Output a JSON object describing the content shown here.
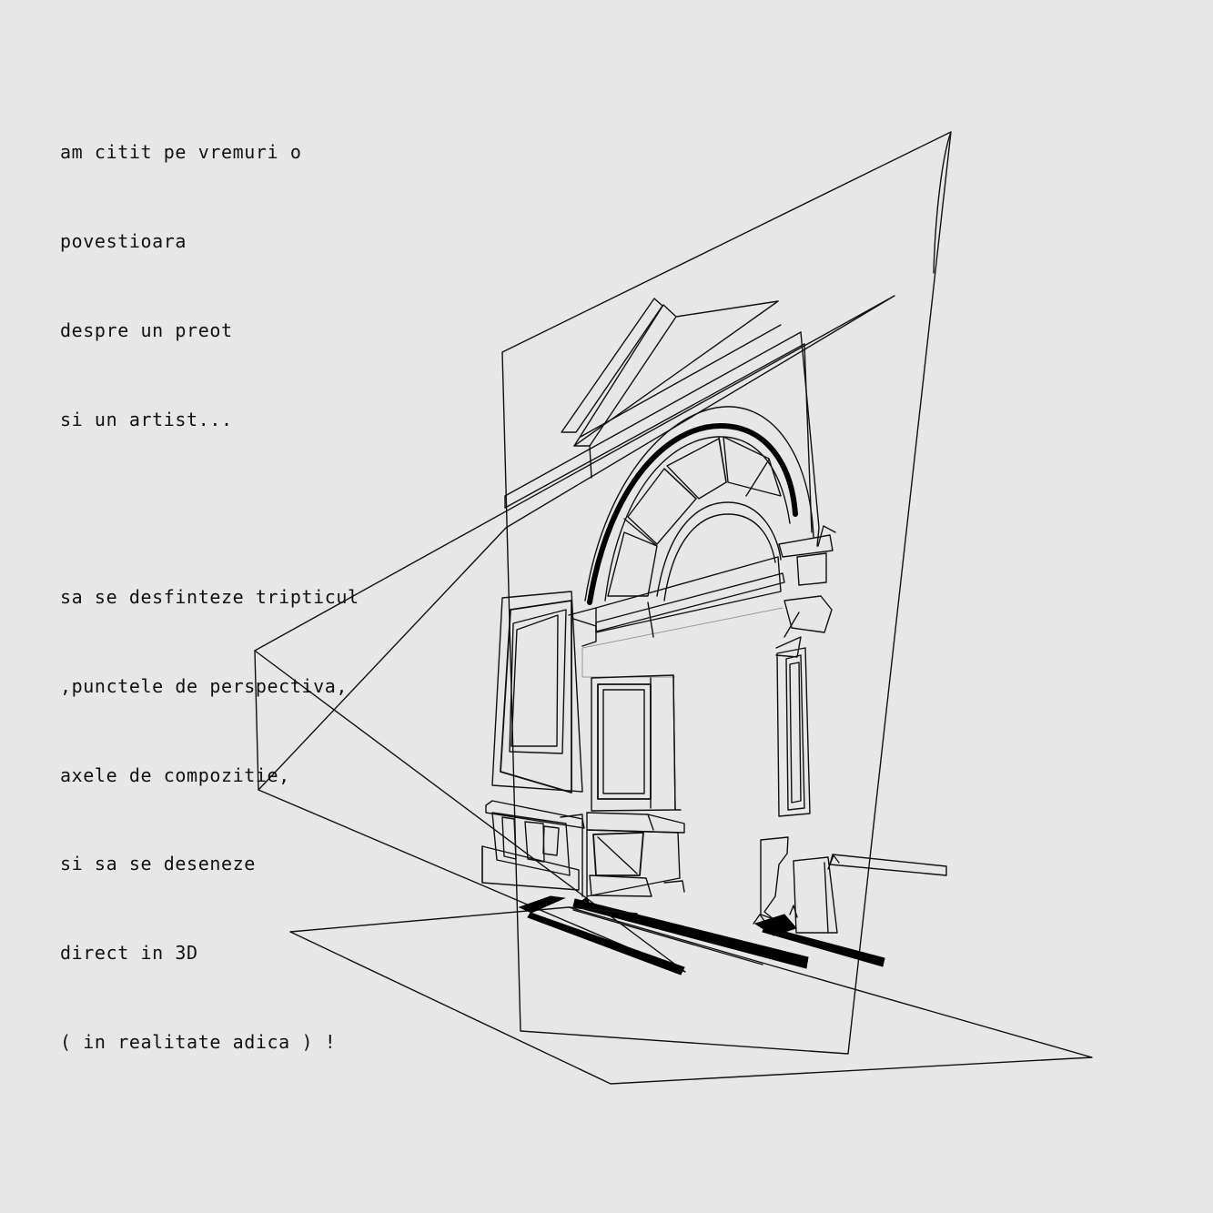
{
  "poem": {
    "stanza1": [
      "am citit pe vremuri o",
      "povestioara",
      "despre un preot",
      "si un artist..."
    ],
    "stanza2": [
      "sa se desfinteze tripticul",
      ",punctele de perspectiva,",
      "axele de compozitie,",
      "si sa se deseneze",
      "direct in 3D",
      "( in realitate adica ) !"
    ]
  },
  "colors": {
    "background": "#e7e7e7",
    "ink": "#111111"
  }
}
